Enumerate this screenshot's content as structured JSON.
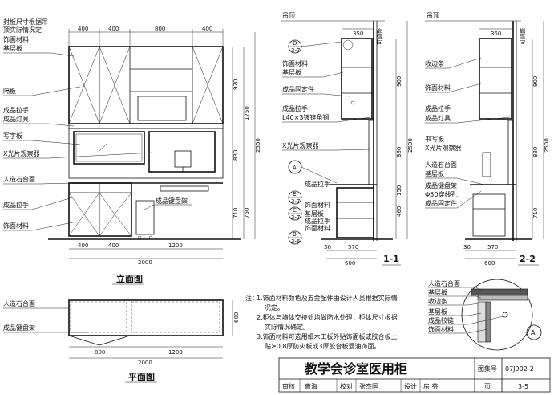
{
  "elevation": {
    "labels_left": [
      "封板尺寸根据吊",
      "顶实际情况定",
      "饰面材料",
      "基层板",
      "隔板",
      "成品拉手",
      "成品灯具",
      "写字板",
      "X光片观察器",
      "人造石台面",
      "成品拉手",
      "饰面材料"
    ],
    "label_keyboard": "成品键盘架",
    "top_dims": [
      "400",
      "400",
      "800",
      "400"
    ],
    "bottom_dims": [
      "400",
      "400",
      "1200"
    ],
    "total_width": "2000",
    "right_dims": [
      "920",
      "830",
      "710",
      "1750",
      "750",
      "2500"
    ],
    "title": "立面图"
  },
  "section1": {
    "header": "吊顶",
    "top_dim": "350",
    "top_right_note": "可调整",
    "labels": [
      "饰面材料",
      "基层板",
      "成品固定件",
      "成品拉手",
      "L40×3镀锌角钢",
      "X光片观察器",
      "成品拉手",
      "饰面材料",
      "基层板",
      "成品拉手",
      "饰面材料"
    ],
    "callouts": [
      {
        "num": "D",
        "sub": "3-7"
      },
      {
        "num": "A",
        "sub": ""
      },
      {
        "num": "E",
        "sub": "3-7"
      },
      {
        "num": "C",
        "sub": "3-7"
      },
      {
        "num": "B",
        "sub": "3-6"
      }
    ],
    "right_dims": [
      "900",
      "830",
      "460",
      "150",
      "2500"
    ],
    "bottom_dims": [
      "30",
      "570",
      "600"
    ],
    "title": "1-1"
  },
  "section2": {
    "header": "吊顶",
    "top_dim": "350",
    "top_right_note": "可调整",
    "labels": [
      "收边条",
      "饰面材料",
      "成品拉手",
      "成品灯具",
      "书写板",
      "X光片观察器",
      "人造石台面",
      "基层板",
      "成品键盘架",
      "Φ50穿线孔",
      "成品固定件"
    ],
    "right_dims": [
      "900",
      "830",
      "710",
      "2500"
    ],
    "bottom_dims": [
      "30",
      "570",
      "600"
    ],
    "title": "2-2"
  },
  "plan": {
    "labels": [
      "人造石台面",
      "成品键盘架"
    ],
    "dims": [
      "800",
      "1200",
      "2000"
    ],
    "side_dim": "600",
    "title": "平面图"
  },
  "notes": {
    "heading": "注：",
    "items": [
      "1.饰面材料颜色及五金配件由设计人员根据实际情",
      "况定。",
      "2.柜体与墙体交接处均做防水处理，柜体尺寸根据",
      "实际情况确定。",
      "3.饰面材料可选用细木工板外贴饰面板或胶合板上",
      "贴≥0.8厚防火板或3厚胶合板混油饰面。"
    ]
  },
  "detail": {
    "labels": [
      "人造石台面",
      "基层板",
      "收边条",
      "基层板",
      "成品铰链",
      "饰面材料"
    ],
    "callout": "A"
  },
  "titleblock": {
    "drawing_title": "教学会诊室医用柜",
    "set_label": "图集号",
    "set_no": "07J902-2",
    "page_label": "页",
    "page_no": "3-5",
    "row": [
      "审核",
      "曹海",
      "校对",
      "张杰国",
      "设计",
      "房 芬"
    ]
  }
}
